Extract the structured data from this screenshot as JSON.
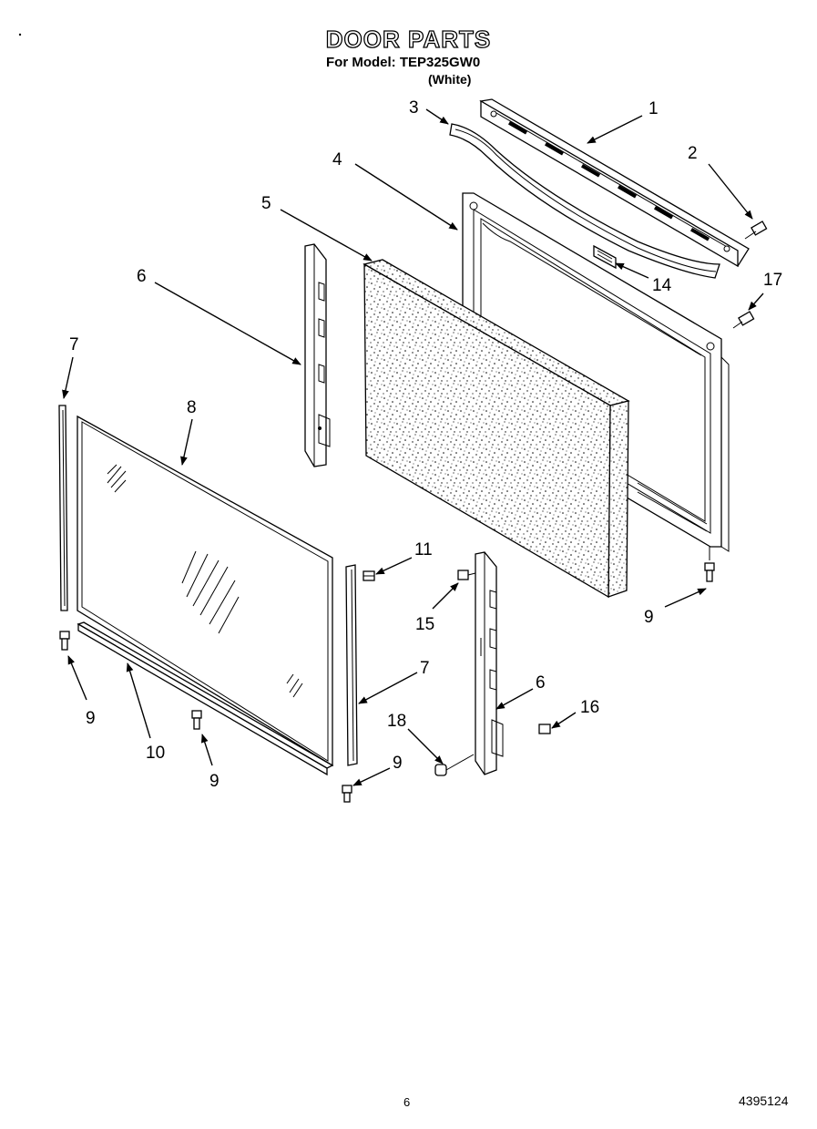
{
  "header": {
    "title": "DOOR PARTS",
    "model_line": "For Model: TEP325GW0",
    "variant": "(White)"
  },
  "footer": {
    "page_number": "6",
    "document_number": "4395124"
  },
  "callouts": [
    {
      "id": "c1",
      "label": "1"
    },
    {
      "id": "c2",
      "label": "2"
    },
    {
      "id": "c3",
      "label": "3"
    },
    {
      "id": "c4",
      "label": "4"
    },
    {
      "id": "c5",
      "label": "5"
    },
    {
      "id": "c6a",
      "label": "6"
    },
    {
      "id": "c6b",
      "label": "6"
    },
    {
      "id": "c7a",
      "label": "7"
    },
    {
      "id": "c7b",
      "label": "7"
    },
    {
      "id": "c8",
      "label": "8"
    },
    {
      "id": "c9a",
      "label": "9"
    },
    {
      "id": "c9b",
      "label": "9"
    },
    {
      "id": "c9c",
      "label": "9"
    },
    {
      "id": "c9d",
      "label": "9"
    },
    {
      "id": "c10",
      "label": "10"
    },
    {
      "id": "c11",
      "label": "11"
    },
    {
      "id": "c14",
      "label": "14"
    },
    {
      "id": "c15",
      "label": "15"
    },
    {
      "id": "c16",
      "label": "16"
    },
    {
      "id": "c17",
      "label": "17"
    },
    {
      "id": "c18",
      "label": "18"
    }
  ]
}
